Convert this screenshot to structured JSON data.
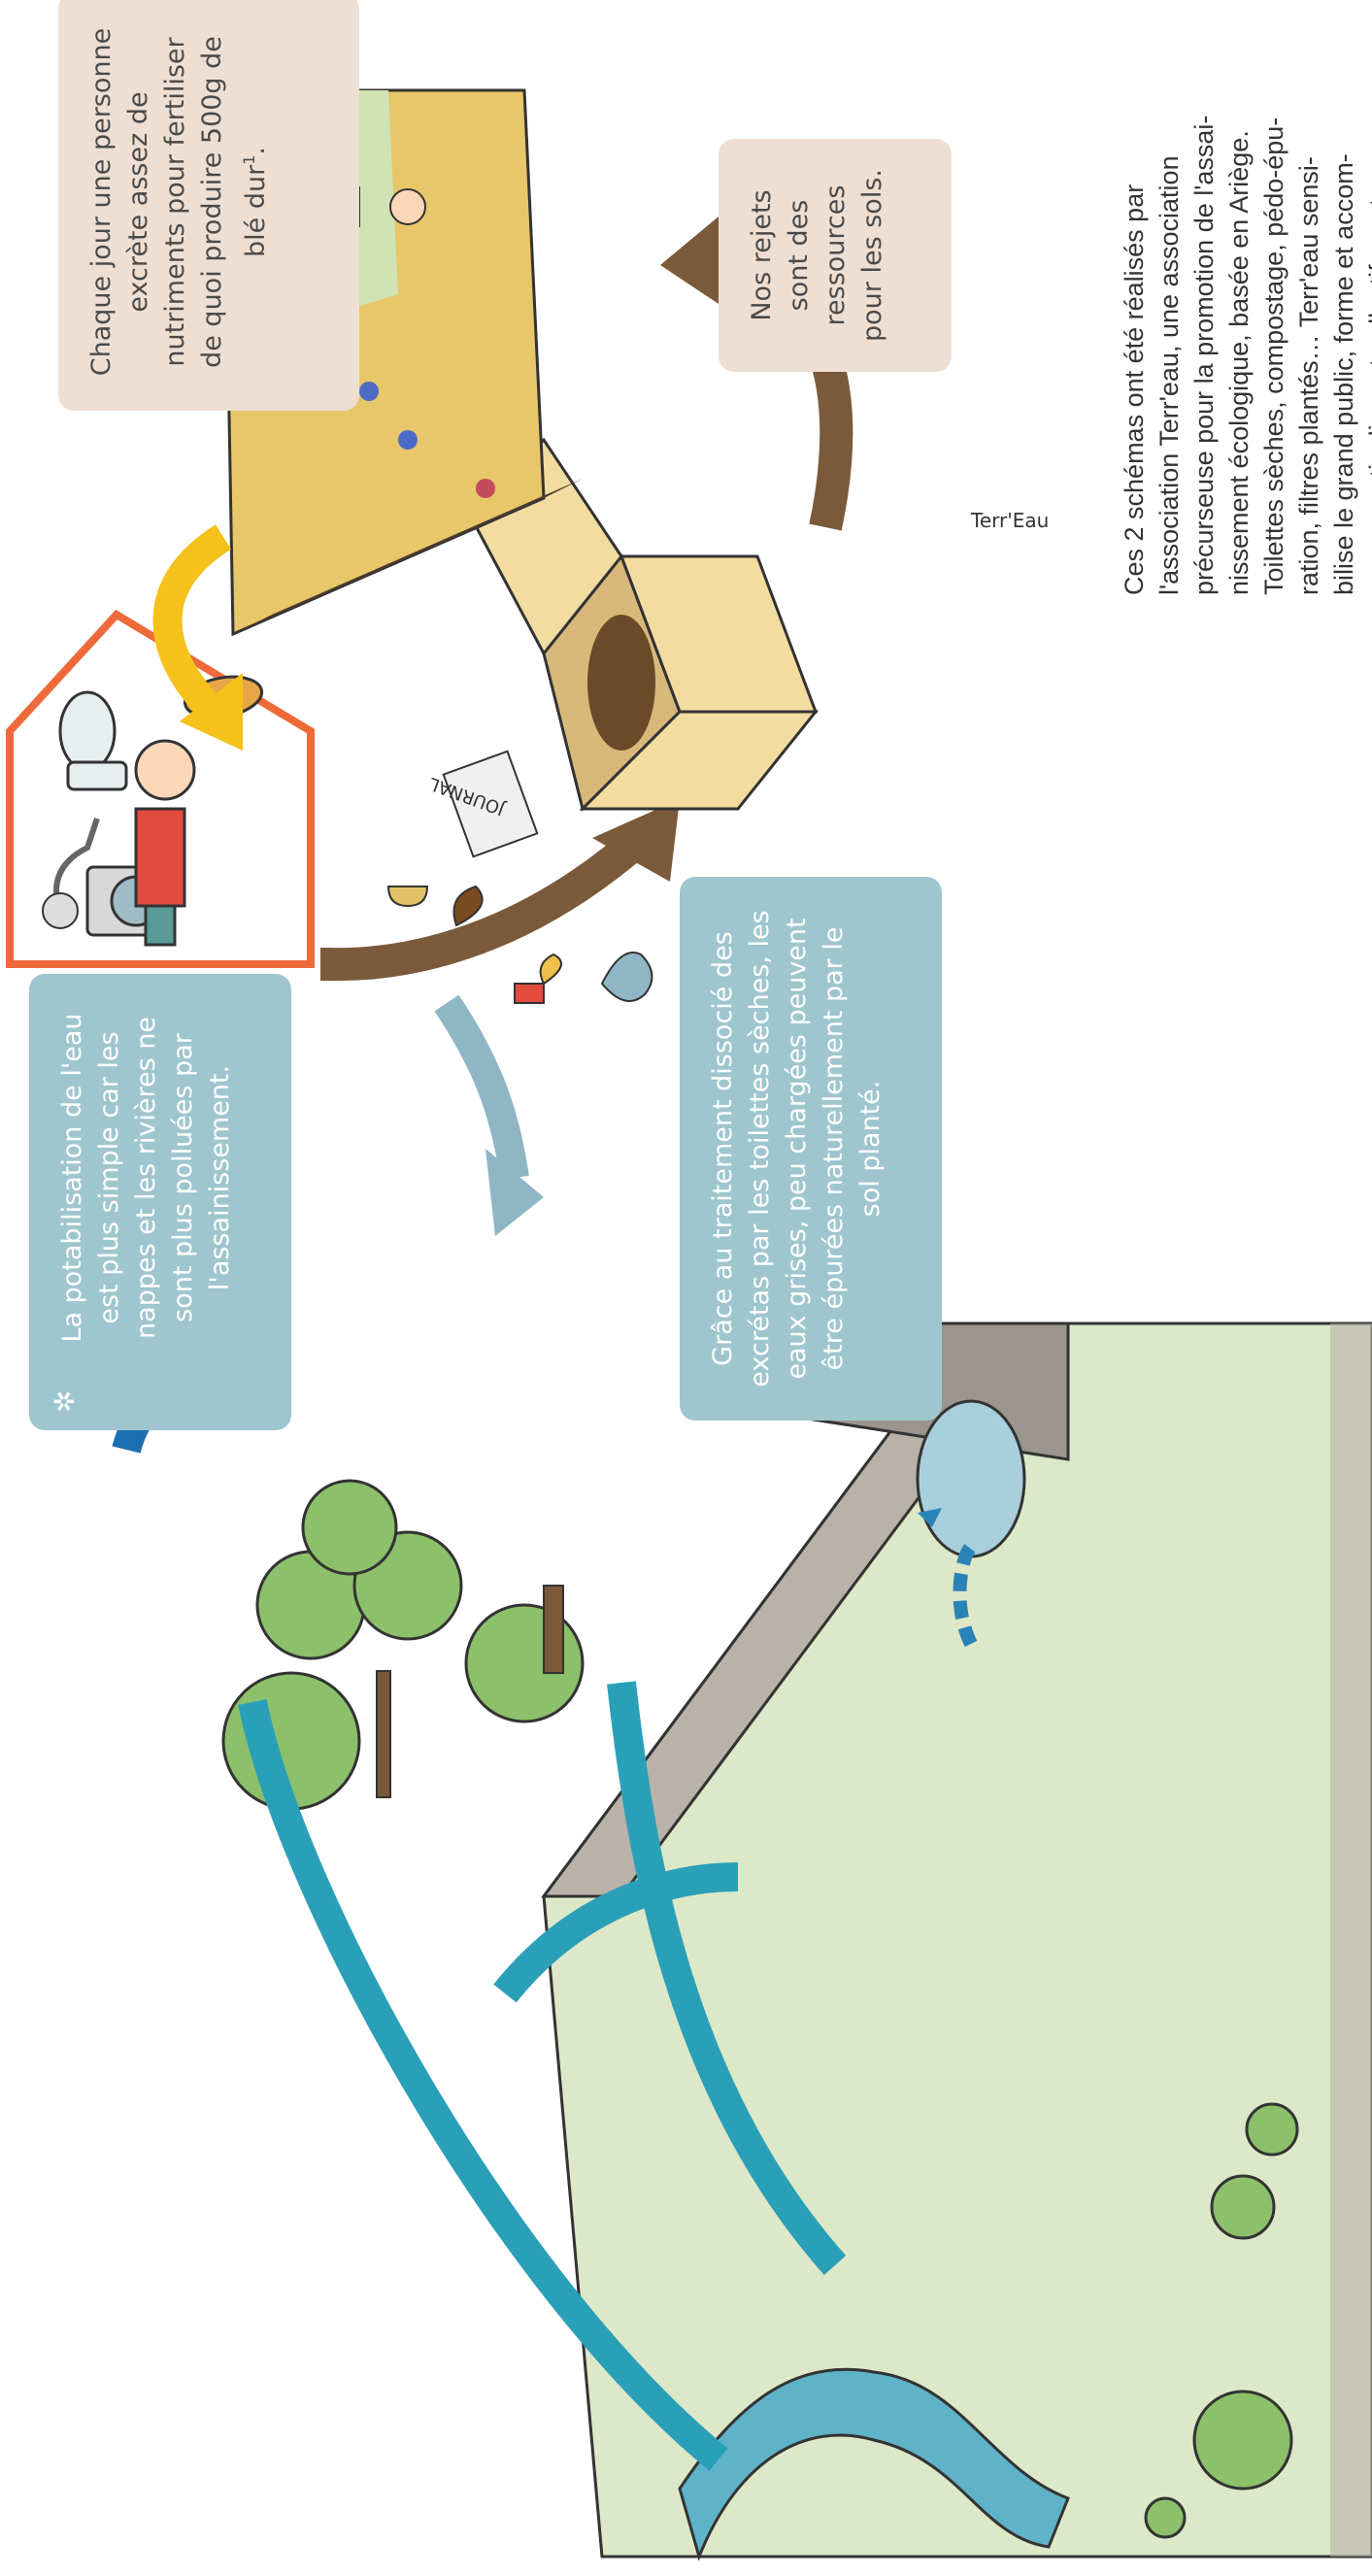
{
  "notes": {
    "potabilisation": "La potabilisation de l'eau est plus simple car les nappes et les rivières ne sont plus polluées par l'assainissement.",
    "traitement": "Grâce au traitement dissocié des excrétas par les toilettes sèches, les eaux grises, peu chargées peuvent être épurées naturellement par le sol planté.",
    "nutriments": "Chaque jour une personne excrète assez de nutriments pour fertiliser de quoi produire 500g de blé dur",
    "nutriments_footnote": "1",
    "nutriments_end": ".",
    "rejets": "Nos rejets sont des ressources pour les sols."
  },
  "credit": {
    "lines": [
      "Ces 2 schémas ont été réalisés par",
      "l'association Terr'eau, une association",
      "précurseuse pour la promotion de l'assai-",
      "nissement écologique, basée en Ariège.",
      "Toilettes sèches, compostage, pédo-épu-",
      "ration, filtres plantés… Terr'eau sensi-",
      "bilise le grand public, forme et accom-",
      "pagne particuliers et collectifs porteurs"
    ],
    "logo": "Terr'Eau"
  },
  "illustration": {
    "newspaper": "JOURNAL"
  },
  "colors": {
    "river": "#2aa0b8",
    "potable_arrow": "#1d6fb0",
    "grey_water": "#8fb6c4",
    "yellow_arrow": "#f5c11a",
    "brown_arrow": "#7a5a3a",
    "house_outline": "#ee6a3a",
    "note_blue": "#9fc6ce",
    "note_pink": "#efdfd3"
  }
}
